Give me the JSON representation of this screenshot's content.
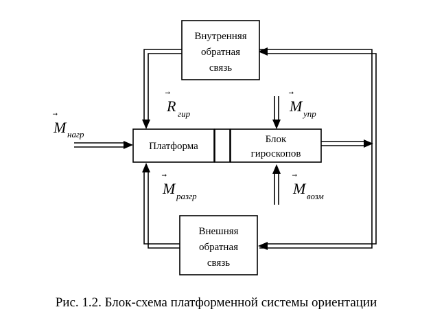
{
  "blocks": {
    "internal_feedback": [
      "Внутренняя",
      "обратная",
      "связь"
    ],
    "platform": "Платформа",
    "gyro_block": [
      "Блок",
      "гироскопов"
    ],
    "external_feedback": [
      "Внешняя",
      "обратная",
      "связь"
    ]
  },
  "signals": {
    "m_load": {
      "symbol": "M",
      "subscript": "нагр"
    },
    "r_gyro": {
      "symbol": "R",
      "subscript": "гир"
    },
    "m_control": {
      "symbol": "M",
      "subscript": "упр"
    },
    "m_unload": {
      "symbol": "M",
      "subscript": "разгр"
    },
    "m_disturb": {
      "symbol": "M",
      "subscript": "возм"
    }
  },
  "vector_mark": "⃗",
  "caption": "Рис. 1.2. Блок-схема платформенной системы ориентации"
}
